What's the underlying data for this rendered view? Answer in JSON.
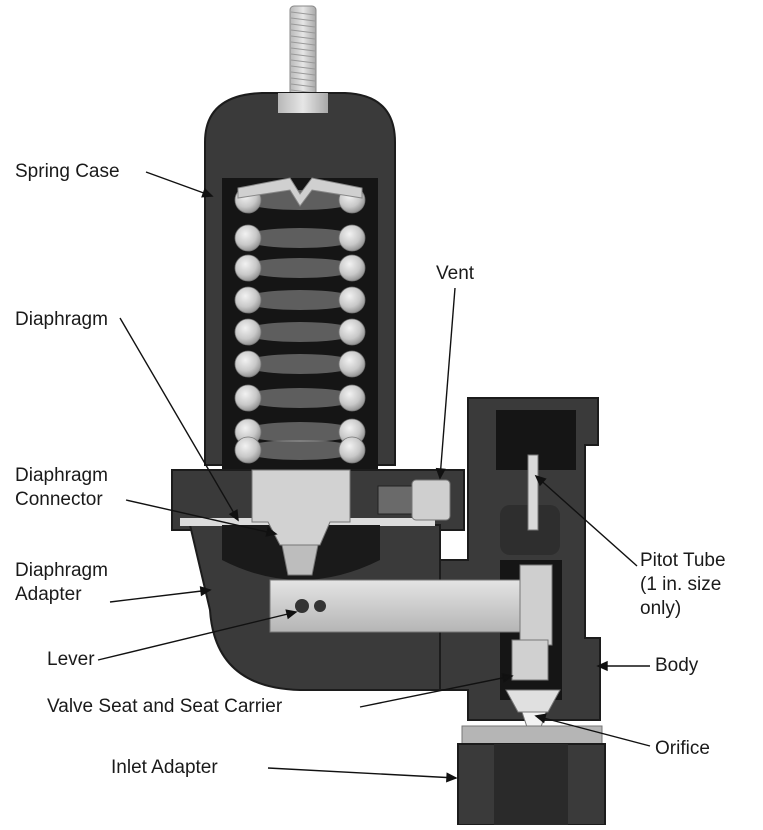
{
  "labels": {
    "spring_case": "Spring Case",
    "vent": "Vent",
    "diaphragm": "Diaphragm",
    "diaphragm_connector": "Diaphragm\nConnector",
    "diaphragm_adapter": "Diaphragm\nAdapter",
    "lever": "Lever",
    "valve_seat": "Valve Seat and Seat Carrier",
    "inlet_adapter": "Inlet Adapter",
    "pitot_tube": "Pitot Tube\n(1 in. size\nonly)",
    "body": "Body",
    "orifice": "Orifice"
  },
  "colors": {
    "casting": "#3a3a3a",
    "casting_edge": "#1c1c1c",
    "cavity": "#151515",
    "spring": "#c9c9c9",
    "metal_light": "#d7d7d7",
    "leader": "#111111"
  }
}
